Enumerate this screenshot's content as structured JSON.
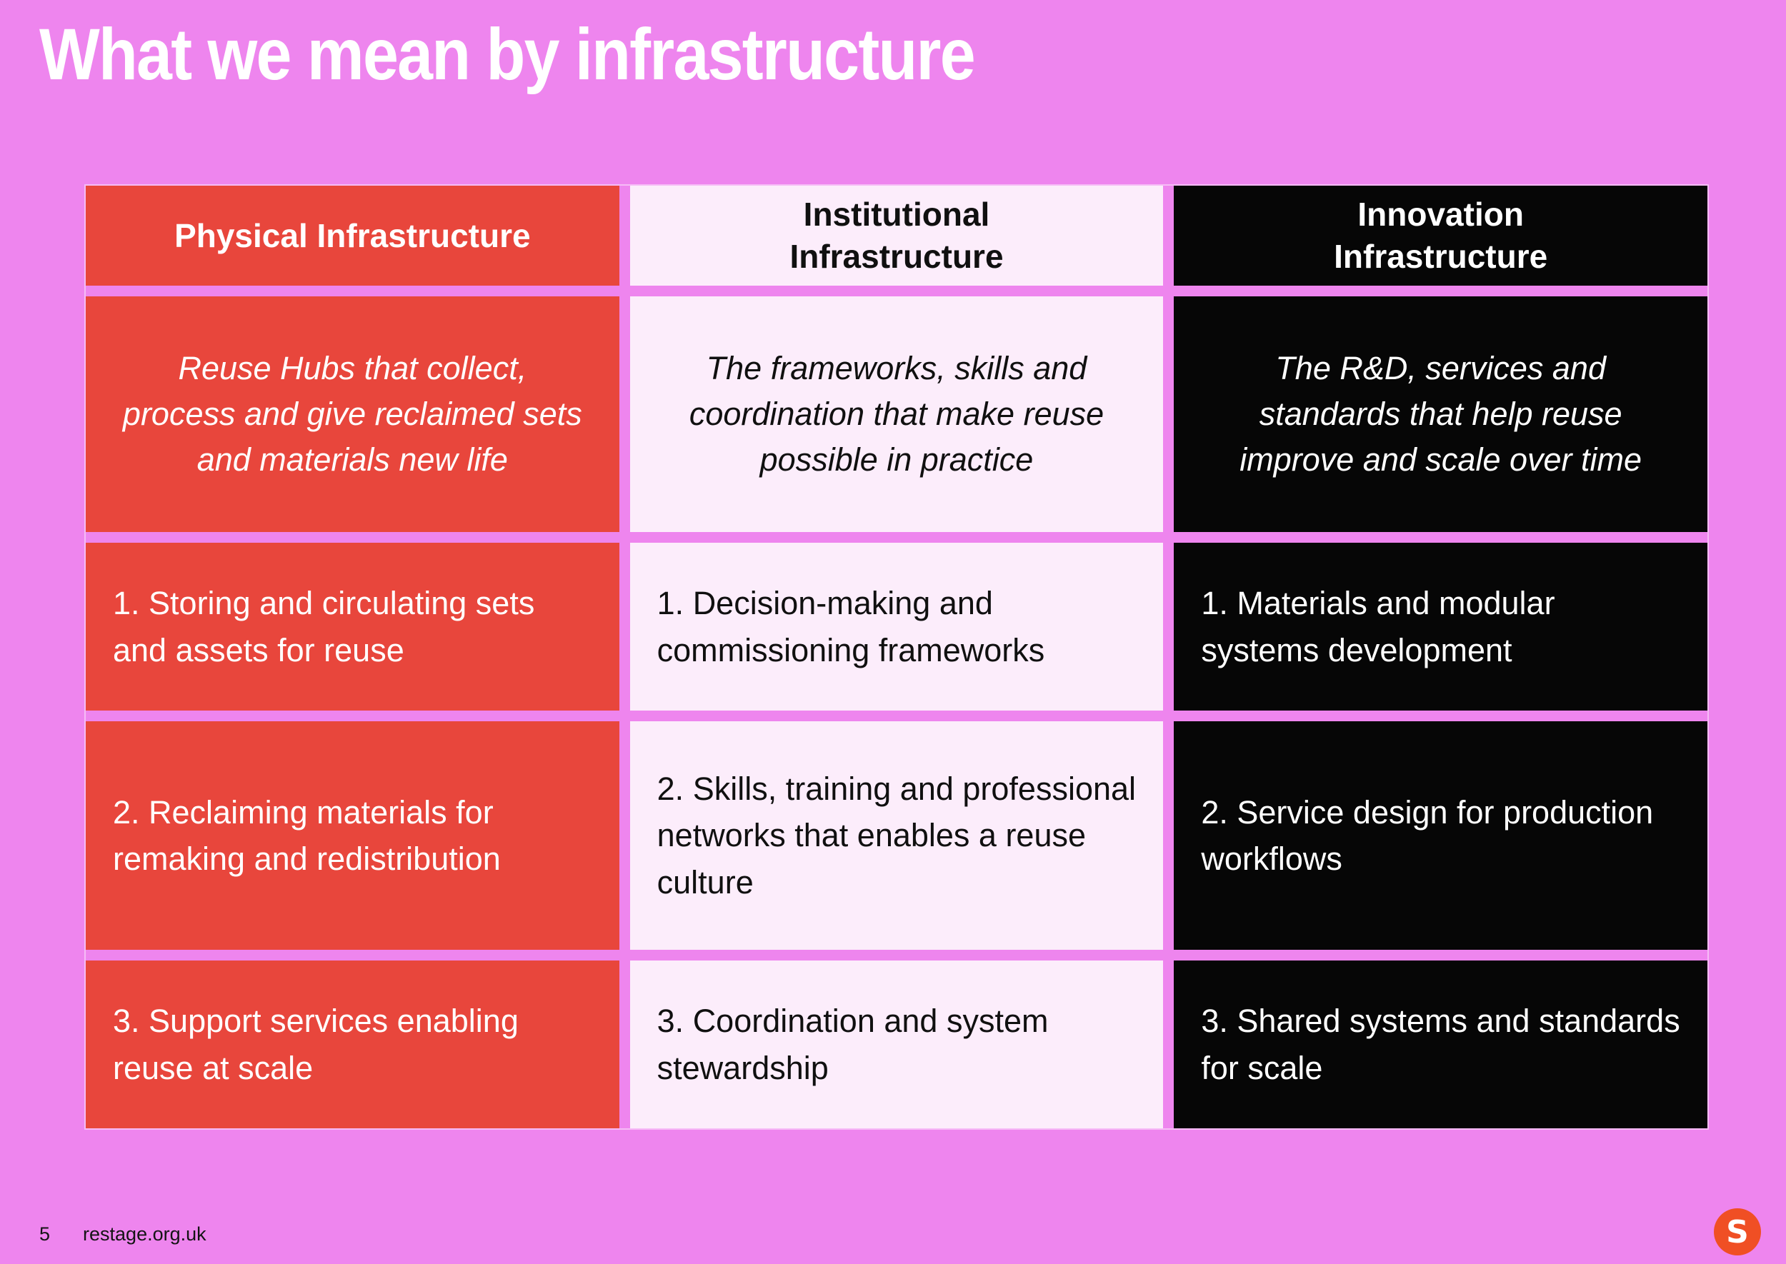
{
  "slide": {
    "title": "What we mean by infrastructure",
    "page_number": "5",
    "footer_link": "restage.org.uk",
    "logo_letter": "S"
  },
  "colors": {
    "background": "#ee85ee",
    "red": "#e8463c",
    "light_pink": "#fcedfb",
    "black": "#060606",
    "logo": "#f04f24",
    "title_text": "#ffffff",
    "footer_text": "#141414"
  },
  "table": {
    "columns": [
      {
        "header": "Physical Infrastructure",
        "description": "Reuse Hubs that collect, process and give reclaimed sets and materials new life",
        "items": [
          "1. Storing and circulating sets and assets for reuse",
          "2. Reclaiming materials for remaking and redistribution",
          "3. Support services enabling reuse at scale"
        ]
      },
      {
        "header": "Institutional\nInfrastructure",
        "description": "The frameworks, skills and coordination that make reuse possible in practice",
        "items": [
          "1. Decision-making and commissioning frameworks",
          "2. Skills, training and professional networks that enables a reuse culture",
          "3. Coordination and system stewardship"
        ]
      },
      {
        "header": "Innovation\nInfrastructure",
        "description": "The R&D, services and standards that help reuse improve and scale over time",
        "items": [
          "1. Materials and modular systems development",
          "2. Service design for production workflows",
          "3. Shared systems and standards for scale"
        ]
      }
    ]
  }
}
